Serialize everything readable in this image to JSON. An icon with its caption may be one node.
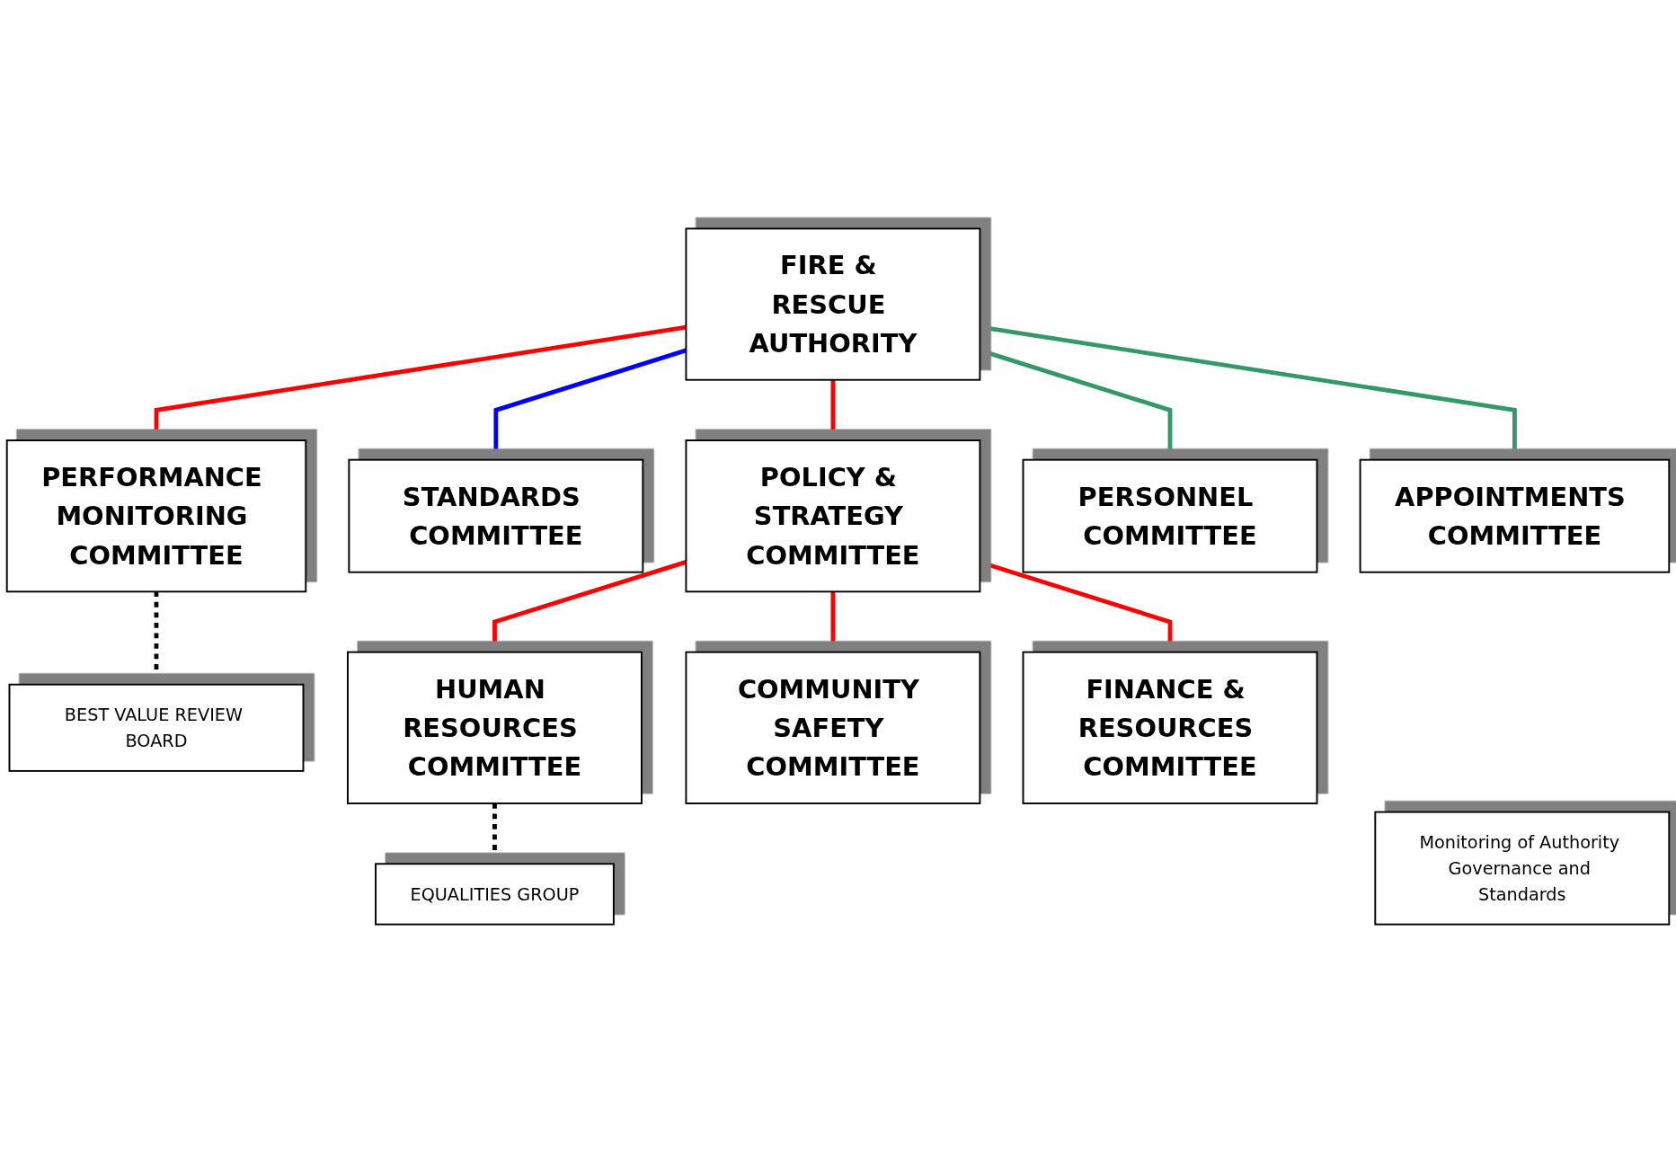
{
  "diagram": {
    "nodes": [
      {
        "text": [
          "Monitoring of Authority Governance and Standards"
        ]
      },
      {
        "text": [
          "FIRE & RESCUE AUTHORITY"
        ]
      },
      {
        "text": [
          "PERFORMANCE MONITORING COMMITTEE"
        ]
      },
      {
        "text": [
          "STANDARDS COMMITTEE"
        ]
      },
      {
        "text": [
          "BEST VALUE REVIEW BOARD"
        ]
      },
      {
        "text": [
          "POLICY & STRATEGY COMMITTEE"
        ]
      },
      {
        "text": [
          "HUMAN RESOURCES COMMITTEE"
        ]
      },
      {
        "text": [
          "COMMUNITY SAFETY COMMITTEE"
        ]
      },
      {
        "text": [
          "FINANCE & RESOURCES COMMITTEE"
        ]
      },
      {
        "text": [
          "EQUALITIES GROUP"
        ]
      },
      {
        "text": [
          "PERSONNEL COMMITTEE"
        ]
      },
      {
        "text": [
          "APPOINTMENTS COMMITTEE"
        ]
      }
    ],
    "edges": [
      {
        "from": 1,
        "to": 2,
        "arrow": "none"
      },
      {
        "from": 1,
        "to": 3,
        "arrow": "none",
        "color": "#0000ff"
      },
      {
        "from": 1,
        "to": 5,
        "arrow": "none"
      },
      {
        "from": 2,
        "to": 4,
        "arrow": "none",
        "style": "dashed",
        "color": "#000000"
      },
      {
        "from": 5,
        "to": 6,
        "arrow": "none"
      },
      {
        "from": 5,
        "to": 7,
        "arrow": "none"
      },
      {
        "from": 5,
        "to": 8,
        "arrow": "none"
      },
      {
        "from": 6,
        "to": 9,
        "arrow": "none",
        "style": "dashed",
        "color": "#000000"
      },
      {
        "from": 1,
        "to": 10,
        "arrow": "none",
        "color": "#339966"
      },
      {
        "from": 1,
        "to": 11,
        "arrow": "none",
        "color": "#339966"
      }
    ]
  }
}
